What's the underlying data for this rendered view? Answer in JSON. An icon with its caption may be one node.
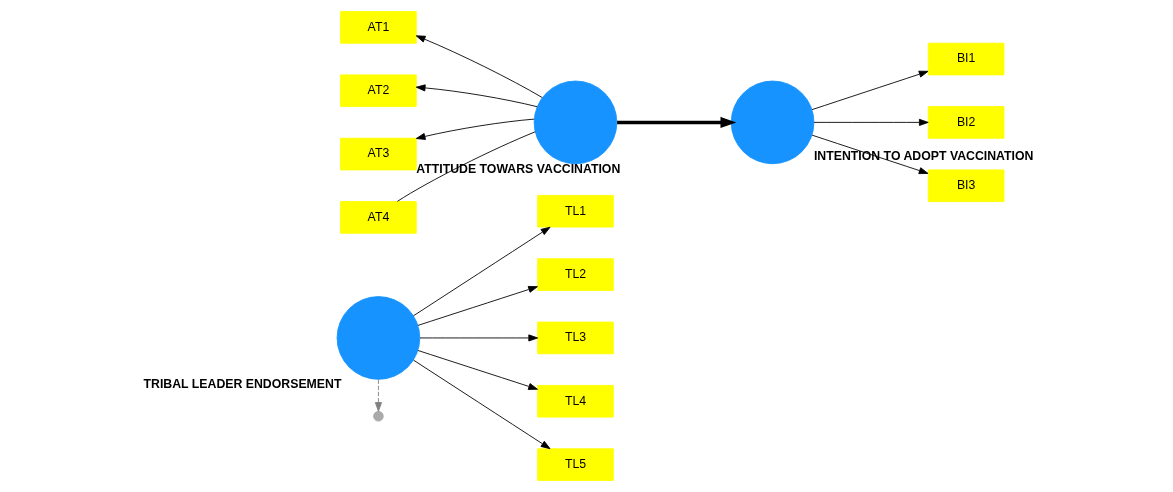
{
  "diagram": {
    "nodes": [
      {
        "text": [
          "TL1"
        ]
      },
      {
        "text": [
          "TL2"
        ]
      },
      {
        "text": [
          "TL3"
        ]
      },
      {
        "text": [
          "TL4"
        ]
      },
      {
        "text": [
          "TL5"
        ]
      },
      {
        "text": [],
        "shape": "circle",
        "beside": [
          "TRIBAL LEADER ENDORSEMENT"
        ]
      },
      {
        "text": [
          "AT1"
        ]
      },
      {
        "text": [
          "AT2"
        ]
      },
      {
        "text": [
          "AT3"
        ]
      },
      {
        "text": [
          "AT4"
        ]
      },
      {
        "text": [],
        "shape": "circle",
        "beside": [
          "ATTITUDE TOWARS VACCINATION"
        ]
      },
      {
        "text": [],
        "shape": "circle"
      },
      {
        "text": [],
        "shape": "circle",
        "beside": [
          "INTENTION TO ADOPT VACCINATION"
        ]
      },
      {
        "text": [
          "BI1"
        ]
      },
      {
        "text": [
          "BI2"
        ]
      },
      {
        "text": [
          "BI3"
        ]
      }
    ],
    "edges": [
      {
        "from": 5,
        "to": 0,
        "arrow": "to"
      },
      {
        "from": 5,
        "to": 1,
        "arrow": "to"
      },
      {
        "from": 5,
        "to": 2,
        "arrow": "to"
      },
      {
        "from": 5,
        "to": 3,
        "arrow": "to"
      },
      {
        "from": 5,
        "to": 4,
        "arrow": "to"
      },
      {
        "from": 10,
        "to": 6,
        "arrow": "to"
      },
      {
        "from": 10,
        "to": 7,
        "arrow": "to"
      },
      {
        "from": 10,
        "to": 8,
        "arrow": "to"
      },
      {
        "from": 10,
        "to": 9,
        "arrow": "none"
      },
      {
        "from": 10,
        "to": 12,
        "arrow": "to",
        "style": "thick"
      },
      {
        "from": 5,
        "to": 11,
        "arrow": "to",
        "style": "dashed",
        "color": "#808080"
      },
      {
        "from": 12,
        "to": 13,
        "arrow": "to"
      },
      {
        "from": 12,
        "to": 14,
        "arrow": "to"
      },
      {
        "from": 12,
        "to": 15,
        "arrow": "to"
      }
    ]
  }
}
